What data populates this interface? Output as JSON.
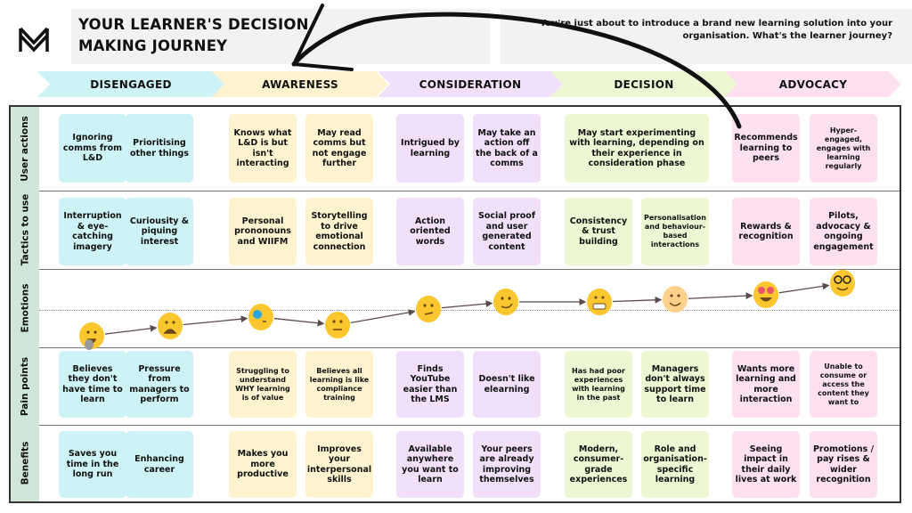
{
  "header": {
    "title_line1": "YOUR LEARNER'S DECISION",
    "title_line2": "MAKING JOURNEY",
    "intro": "You're just about to introduce a brand new learning solution into your organisation. What's the learner journey?",
    "logo_text": "M"
  },
  "rows": [
    "User actions",
    "Tactics to use",
    "Emotions",
    "Pain points",
    "Benefits"
  ],
  "stages": [
    {
      "name": "DISENGAGED",
      "color": "#cdf3f6",
      "actions": [
        "Ignoring comms from L&D",
        "Prioritising other things"
      ],
      "tactics": [
        "Interruption & eye-catching imagery",
        "Curiousity & piquing interest"
      ],
      "pains": [
        "Believes they don't have time to learn",
        "Pressure from managers to perform"
      ],
      "benefits": [
        "Saves you time in the long run",
        "Enhancing career"
      ]
    },
    {
      "name": "AWARENESS",
      "color": "#fff4cf",
      "actions": [
        "Knows what L&D is but isn't interacting",
        "May read comms but not engage further"
      ],
      "tactics": [
        "Personal prononouns and WIIFM",
        "Storytelling to drive emotional connection"
      ],
      "pains": [
        "Struggling to understand WHY learning is of value",
        "Believes all learning is like compliance training"
      ],
      "benefits": [
        "Makes you more productive",
        "Improves your interpersonal skills"
      ]
    },
    {
      "name": "CONSIDERATION",
      "color": "#f2e0fa",
      "actions": [
        "Intrigued by learning",
        "May take an action off the back of a comms"
      ],
      "tactics": [
        "Action oriented words",
        "Social proof and user generated content"
      ],
      "pains": [
        "Finds YouTube easier than the LMS",
        "Doesn't like elearning"
      ],
      "benefits": [
        "Available anywhere you want to learn",
        "Your peers are already improving themselves"
      ]
    },
    {
      "name": "DECISION",
      "color": "#eef7d3",
      "actions": [
        "May start experimenting with learning, depending on their experience in consideration phase"
      ],
      "tactics": [
        "Consistency & trust building",
        "Personalisation and behaviour-based interactions"
      ],
      "pains": [
        "Has had poor experiences with learning in the past",
        "Managers don't always support time to learn"
      ],
      "benefits": [
        "Modern, consumer-grade experiences",
        "Role and organisation-specific learning"
      ]
    },
    {
      "name": "ADVOCACY",
      "color": "#ffe0f1",
      "actions": [
        "Recommends learning to peers",
        "Hyper-engaged, engages with learning regularly"
      ],
      "tactics": [
        "Rewards & recognition",
        "Pilots, advocacy & ongoing engagement"
      ],
      "pains": [
        "Wants more learning and more interaction",
        "Unable to consume or access the content they want to"
      ],
      "benefits": [
        "Seeing impact in their daily lives at work",
        "Promotions / pay rises & wider recognition"
      ]
    }
  ],
  "emotions": [
    "yawning-face-icon",
    "tired-face-icon",
    "face-with-monocle-icon",
    "neutral-face-icon",
    "thinking-face-icon",
    "smirking-face-icon",
    "grimacing-face-icon",
    "smiling-face-icon",
    "heart-eyes-face-icon",
    "nerd-face-icon"
  ],
  "colors": {
    "row_label": "#cfe6d8",
    "emoji": "#fcc62f",
    "arrow": "#111111"
  }
}
